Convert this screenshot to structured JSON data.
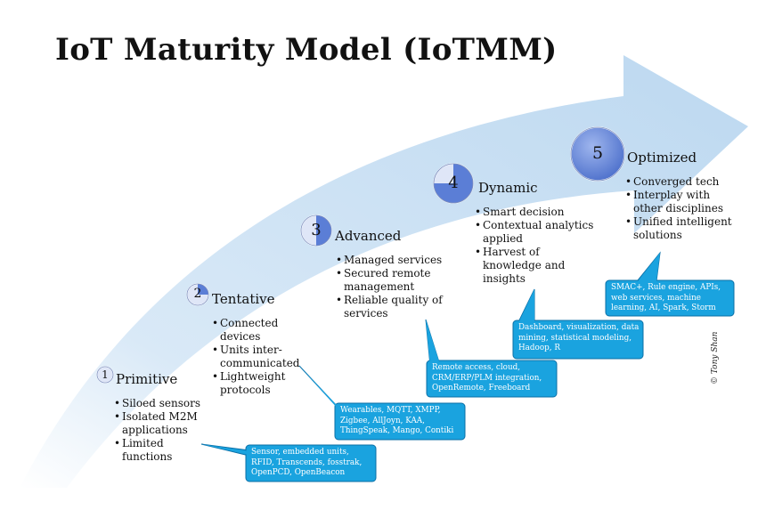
{
  "title": "IoT Maturity Model (IoTMM)",
  "credit": "© Tony Shan",
  "colors": {
    "arrow": "#cfe3f5",
    "callout_fill": "#1aa3df",
    "callout_stroke": "#0b6fa6",
    "circle_light": "#dfe6f7",
    "circle_fill": "#5b7ed6"
  },
  "stages": [
    {
      "number": "1",
      "label": "Primitive",
      "fill_fraction": 0.0,
      "bullets": [
        "Siloed sensors",
        "Isolated M2M applications",
        "Limited functions"
      ],
      "callout": "Sensor, embedded units, RFID, Transcends, fosstrak, OpenPCD, OpenBeacon"
    },
    {
      "number": "2",
      "label": "Tentative",
      "fill_fraction": 0.25,
      "bullets": [
        "Connected devices",
        "Units inter-communicated",
        "Lightweight protocols"
      ],
      "callout": "Wearables, MQTT, XMPP, Zigbee, AllJoyn, KAA, ThingSpeak, Mango, Contiki"
    },
    {
      "number": "3",
      "label": "Advanced",
      "fill_fraction": 0.5,
      "bullets": [
        "Managed services",
        "Secured remote management",
        "Reliable quality of services"
      ],
      "callout": "Remote access, cloud, CRM/ERP/PLM integration, OpenRemote, Freeboard"
    },
    {
      "number": "4",
      "label": "Dynamic",
      "fill_fraction": 0.75,
      "bullets": [
        "Smart decision",
        "Contextual analytics applied",
        "Harvest of knowledge and insights"
      ],
      "callout": "Dashboard, visualization, data mining, statistical modeling, Hadoop, R"
    },
    {
      "number": "5",
      "label": "Optimized",
      "fill_fraction": 1.0,
      "bullets": [
        "Converged tech",
        "Interplay with other disciplines",
        "Unified intelligent solutions"
      ],
      "callout": "SMAC+, Rule engine, APIs, web services, machine learning, AI, Spark, Storm"
    }
  ]
}
